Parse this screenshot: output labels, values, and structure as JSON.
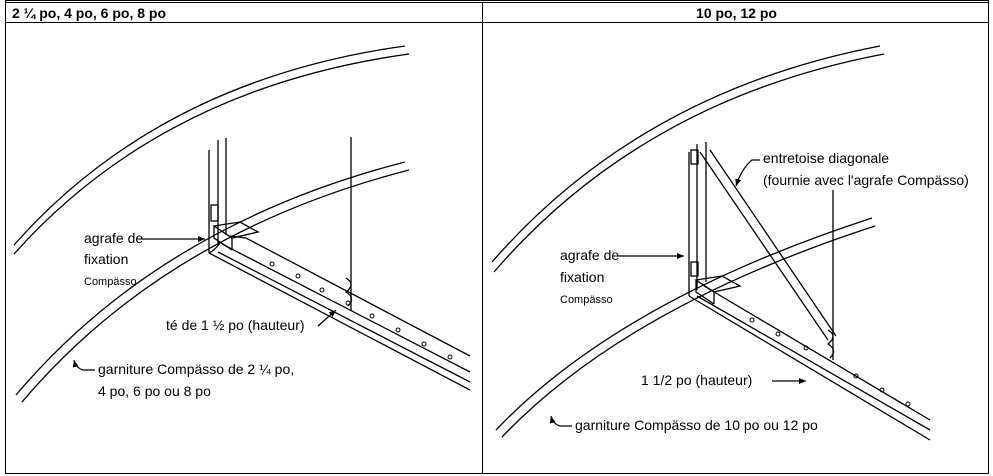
{
  "headers": {
    "left": "2 ¼ po, 4 po, 6 po, 8 po",
    "right": "10 po, 12 po"
  },
  "left_panel": {
    "clip_label": [
      "agrafe de",
      "fixation",
      "Compässo"
    ],
    "tee_label": "té de 1 ½ po (hauteur)",
    "trim_label": [
      "garniture Compässo de 2 ¼ po,",
      "4 po, 6 po ou 8 po"
    ]
  },
  "right_panel": {
    "brace_label": [
      "entretoise diagonale",
      "(fournie avec l'agrafe Compässo)"
    ],
    "clip_label": [
      "agrafe de",
      "fixation",
      "Compässo"
    ],
    "tee_label": "1 1/2 po (hauteur)",
    "trim_label": "garniture Compässo de 10 po ou 12 po"
  }
}
